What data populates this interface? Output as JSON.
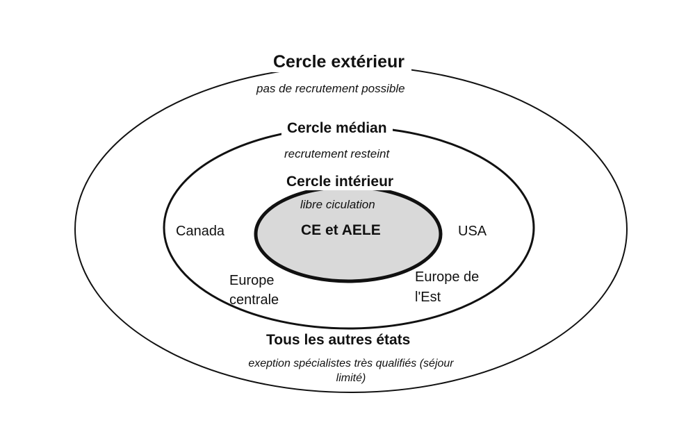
{
  "outer_circle": {
    "title": "Cercle extérieur",
    "subtitle": "pas de recrutement possible"
  },
  "middle_circle": {
    "title": "Cercle médian",
    "subtitle": "recrutement resteint",
    "regions": {
      "left": "Canada",
      "right": "USA",
      "bottom_left": "Europe centrale",
      "bottom_right": "Europe de l'Est"
    }
  },
  "inner_circle": {
    "title": "Cercle intérieur",
    "subtitle": "libre ciculation",
    "core_label": "CE et AELE",
    "fill_color": "#d9d9d9"
  },
  "bottom": {
    "title": "Tous les autres états",
    "subtitle": "exeption spécialistes très qualifiés (séjour limité)"
  },
  "colors": {
    "stroke": "#111111",
    "background": "#ffffff"
  }
}
